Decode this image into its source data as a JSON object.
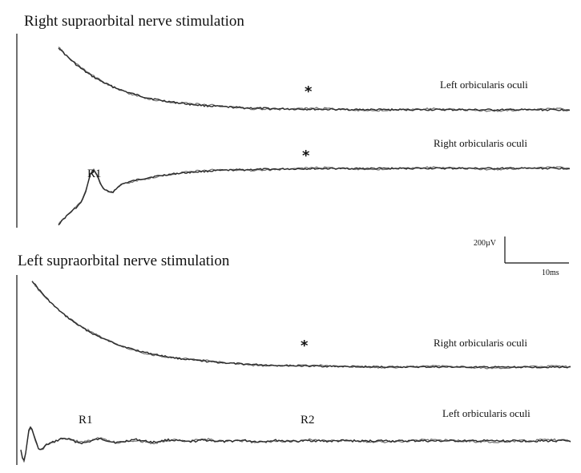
{
  "panels": {
    "top": {
      "title": "Right supraorbital nerve stimulation",
      "trace_upper_label": "Left orbicularis oculi",
      "trace_lower_label": "Right orbicularis  oculi",
      "marker_r1": "R1",
      "asterisk": "*"
    },
    "bottom": {
      "title": "Left supraorbital nerve stimulation",
      "trace_upper_label": "Right orbicularis oculi",
      "trace_lower_label": "Left orbicularis  oculi",
      "marker_r1": "R1",
      "marker_r2": "R2",
      "asterisk": "*"
    }
  },
  "scale_bar": {
    "amplitude": "200µV",
    "time": "10ms"
  }
}
